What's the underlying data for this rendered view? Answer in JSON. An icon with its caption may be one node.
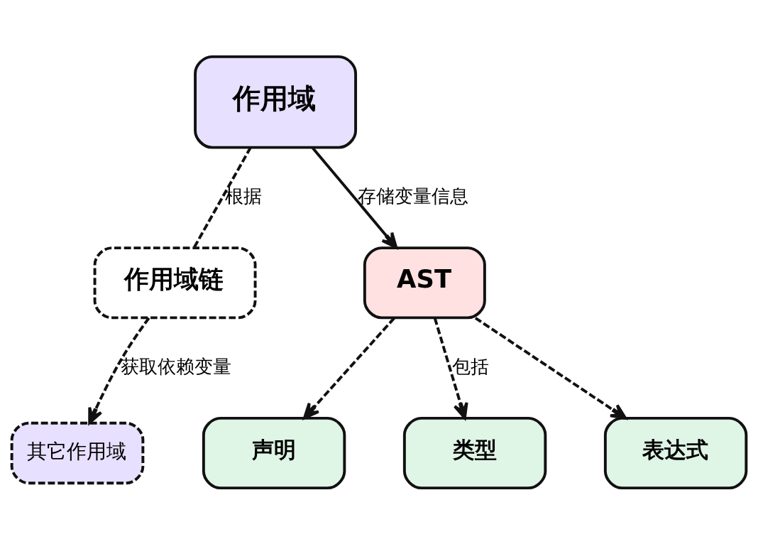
{
  "diagram": {
    "nodes": [
      {
        "text": [
          "作用域"
        ]
      },
      {
        "text": [
          "作用域链"
        ]
      },
      {
        "text": [
          "其它作用域"
        ]
      },
      {
        "text": [
          "AST"
        ]
      },
      {
        "text": [
          "声明"
        ]
      },
      {
        "text": [
          "类型"
        ]
      },
      {
        "text": [
          "表达式"
        ]
      }
    ],
    "edges": [
      {
        "from": 0,
        "to": 1,
        "arrow": "none",
        "style": "dashed",
        "label": "根据"
      },
      {
        "from": 1,
        "to": 2,
        "arrow": "to",
        "style": "dashed",
        "label": "获取依赖变量"
      },
      {
        "from": 0,
        "to": 3,
        "arrow": "to",
        "label": "存储变量信息"
      },
      {
        "from": 3,
        "to": 4,
        "arrow": "to",
        "style": "dashed"
      },
      {
        "from": 3,
        "to": 5,
        "arrow": "to",
        "style": "dashed",
        "label": "包括"
      },
      {
        "from": 3,
        "to": 6,
        "arrow": "to",
        "style": "dashed"
      }
    ]
  }
}
